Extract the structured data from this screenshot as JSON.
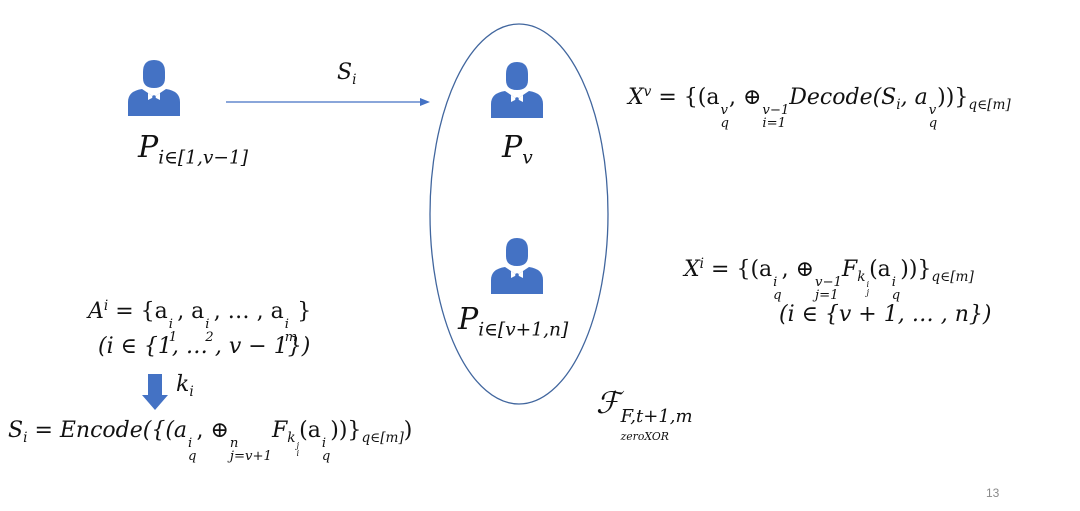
{
  "parties": {
    "p_low": "P",
    "p_low_sub": "i∈[1,v−1]",
    "p_v": "P",
    "p_v_sub": "v",
    "p_high": "P",
    "p_high_sub": "i∈[v+1,n]"
  },
  "arrow_label": {
    "base": "S",
    "sub": "i"
  },
  "formulas": {
    "xv_lhs": "X",
    "xv_sup": "v",
    "xv_body": "= {(a",
    "xv_a_sup": "v",
    "xv_a_sub": "q",
    "xv_mid": ", ⊕",
    "xv_op_sup": "v−1",
    "xv_op_sub": "i=1",
    "xv_fn": "Decode(S",
    "xv_fn_sub": "i",
    "xv_arg": ", a",
    "xv_arg_sup": "v",
    "xv_arg_sub": "q",
    "xv_close": "))}",
    "xv_set_sub": "q∈[m]",
    "xi_lhs": "X",
    "xi_sup": "i",
    "xi_body": "= {(a",
    "xi_a_sup": "i",
    "xi_a_sub": "q",
    "xi_mid": ", ⊕",
    "xi_op_sup": "v−1",
    "xi_op_sub": "j=1",
    "xi_F": "F",
    "xi_k": "k",
    "xi_k_sup": "i",
    "xi_k_sub": "j",
    "xi_arg": "(a",
    "xi_arg_sup": "i",
    "xi_arg_sub": "q",
    "xi_close": "))}",
    "xi_set_sub": "q∈[m]",
    "xi_range": "(i ∈ {v + 1, … , n})",
    "ai_lhs": "A",
    "ai_sup": "i",
    "ai_body": "= {a",
    "ai_1_sup": "i",
    "ai_1_sub": "1",
    "ai_sep1": ", a",
    "ai_2_sup": "i",
    "ai_2_sub": "2",
    "ai_sep2": ", … , a",
    "ai_m_sup": "i",
    "ai_m_sub": "m",
    "ai_close": "}",
    "ai_range": "(i ∈ {1, … , v − 1})",
    "key_label": "k",
    "key_sub": "i",
    "si_lhs": "S",
    "si_lhs_sub": "i",
    "si_body": "= Encode({(a",
    "si_a_sup": "i",
    "si_a_sub": "q",
    "si_mid": ", ⊕",
    "si_op_sup": "n",
    "si_op_sub": "j=v+1",
    "si_F": "F",
    "si_k": "k",
    "si_k_sup": "j",
    "si_k_sub": "i",
    "si_arg": "(a",
    "si_arg_sup": "i",
    "si_arg_sub": "q",
    "si_close": "))}",
    "si_set_sub": "q∈[m]",
    "si_end": ")",
    "func_base": "ℱ",
    "func_sup": "F,t+1,m",
    "func_sub_rm": "zero",
    "func_sub_it": "XOR"
  },
  "page_number": "13",
  "colors": {
    "accent": "#4472c4",
    "ellipse": "#41669e",
    "text": "#111111"
  },
  "icons": [
    "user-icon",
    "user-icon",
    "user-icon",
    "down-arrow-icon",
    "right-arrow-icon"
  ]
}
